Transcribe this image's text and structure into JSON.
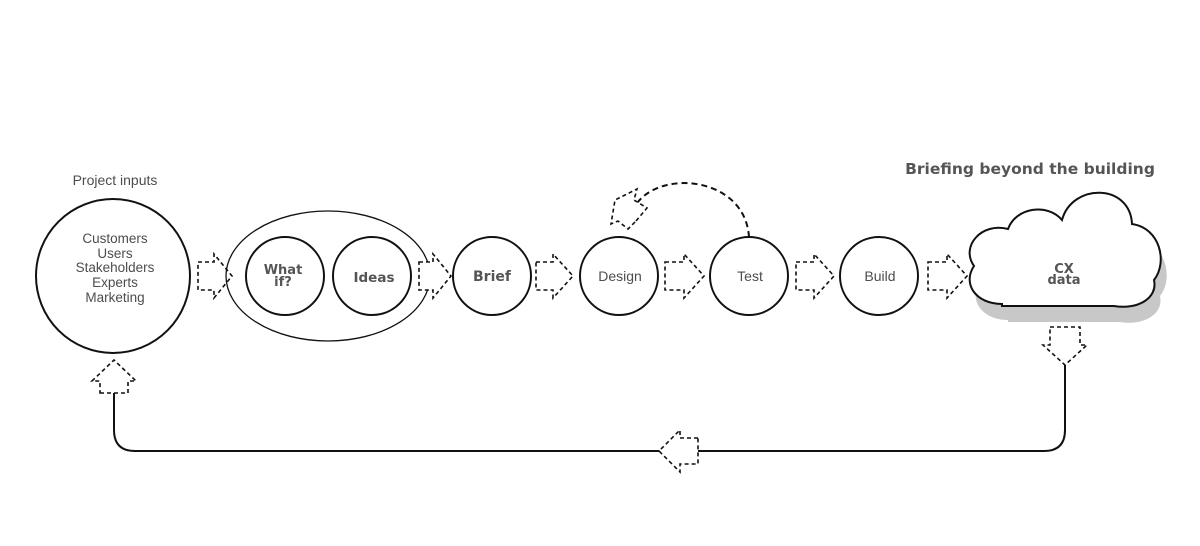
{
  "title": "Briefing beyond the building",
  "project_inputs": {
    "heading": "Project inputs",
    "items": [
      "Customers",
      "Users",
      "Stakeholders",
      "Experts",
      "Marketing"
    ]
  },
  "stages": {
    "what_if": [
      "What",
      "if?"
    ],
    "ideas": "Ideas",
    "brief": "Brief",
    "design": "Design",
    "test": "Test",
    "build": "Build"
  },
  "cx_data": [
    "CX",
    "data"
  ],
  "colors": {
    "text": "#4d4d4d",
    "outline": "#111111",
    "cloud_shadow": "#c8c8c8"
  }
}
